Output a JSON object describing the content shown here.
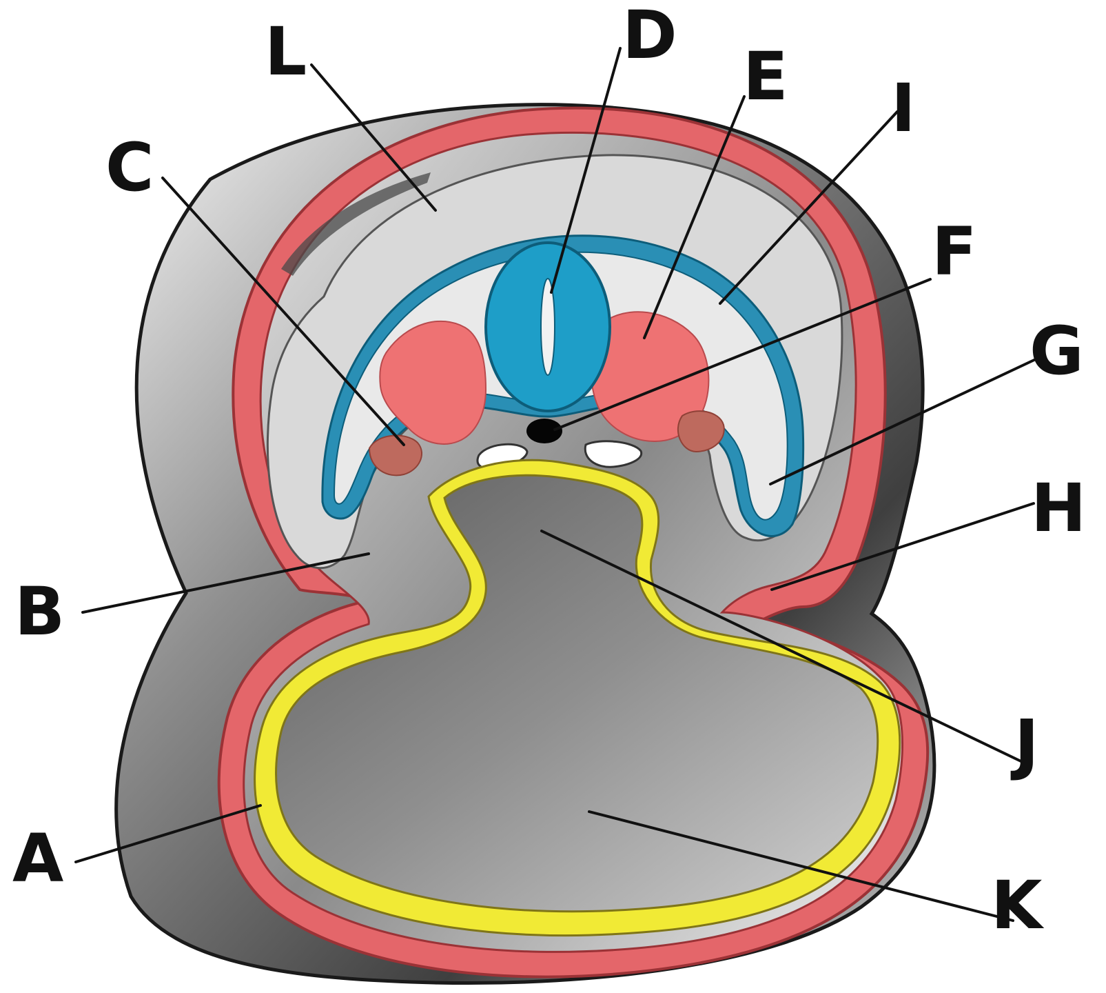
{
  "labels": {
    "a": "A",
    "b": "B",
    "c": "C",
    "d": "D",
    "e": "E",
    "f": "F",
    "g": "G",
    "h": "H",
    "i": "I",
    "j": "J",
    "k": "K",
    "l": "L"
  },
  "colors": {
    "ectoderm": "#e4666a",
    "ectoderm_edge": "#9b3236",
    "amnion_inner": "#ededed",
    "neural_tube": "#1e9ec8",
    "mesoderm": "#2a8fb5",
    "somite": "#ee7273",
    "intermediate_mesoderm": "#be6a5e",
    "endoderm": "#f1ea35",
    "gut_cavity": "#8e8e8e",
    "notochord": "#050505",
    "dorsal_aorta": "#ffffff",
    "background": "#ffffff"
  }
}
